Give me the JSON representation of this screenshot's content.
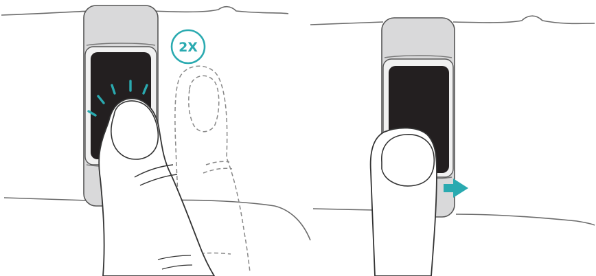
{
  "panels": [
    {
      "gesture": "double-tap",
      "badge_label": "2X"
    },
    {
      "gesture": "press-button-and-hold"
    }
  ],
  "colors": {
    "accent": "#2aaab0",
    "screen": "#231f20",
    "band": "#d9d9da",
    "outline": "#333333",
    "background": "#ffffff"
  },
  "icons": {
    "tap_marks": "tap-burst-icon",
    "badge": "double-tap-badge-icon",
    "arrow": "arrow-right-icon"
  }
}
